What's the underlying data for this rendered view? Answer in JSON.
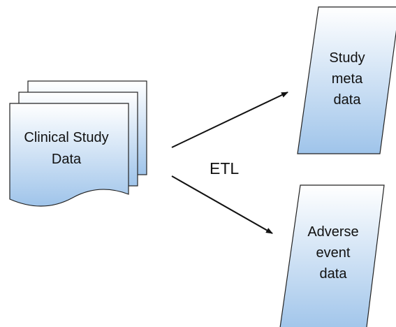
{
  "source": {
    "line1": "Clinical Study",
    "line2": "Data"
  },
  "process": {
    "label": "ETL"
  },
  "outputs": [
    {
      "lines": [
        "Study",
        "meta",
        "data"
      ]
    },
    {
      "lines": [
        "Adverse",
        "event",
        "data"
      ]
    }
  ],
  "colors": {
    "shape_fill_top": "#ffffff",
    "shape_fill_bottom": "#9fc4ea",
    "shape_stroke": "#222222",
    "arrow": "#111111"
  }
}
